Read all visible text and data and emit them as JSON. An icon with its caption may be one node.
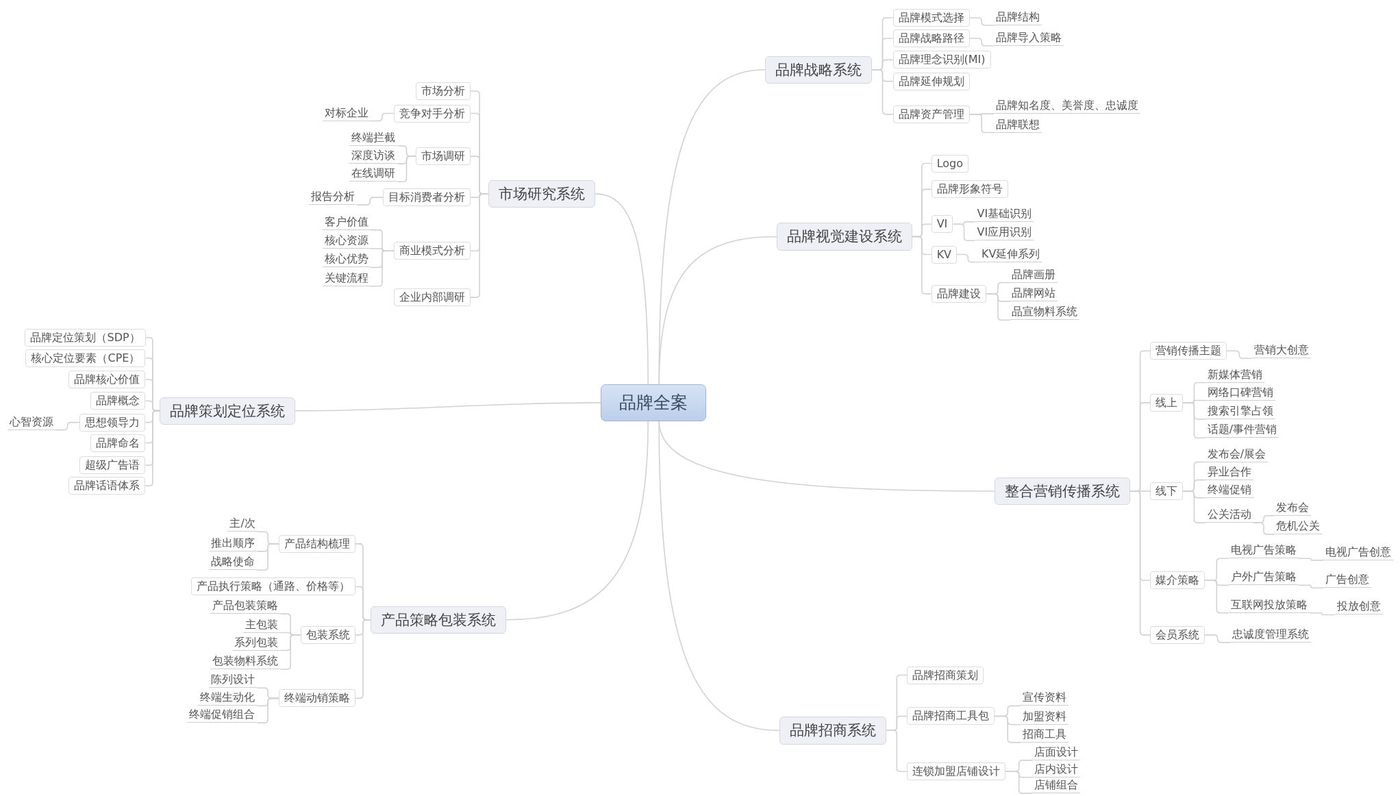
{
  "diagram": {
    "nodes": [
      {
        "text": [
          "品牌全案"
        ]
      },
      {
        "text": [
          "市场研究系统"
        ]
      },
      {
        "text": [
          "市场分析"
        ]
      },
      {
        "text": [
          "竞争对手分析"
        ]
      },
      {
        "text": [
          "对标企业"
        ]
      },
      {
        "text": [
          "市场调研"
        ]
      },
      {
        "text": [
          "终端拦截"
        ]
      },
      {
        "text": [
          "深度访谈"
        ]
      },
      {
        "text": [
          "在线调研"
        ]
      },
      {
        "text": [
          "目标消费者分析"
        ]
      },
      {
        "text": [
          "报告分析"
        ]
      },
      {
        "text": [
          "商业模式分析"
        ]
      },
      {
        "text": [
          "客户价值"
        ]
      },
      {
        "text": [
          "核心资源"
        ]
      },
      {
        "text": [
          "核心优势"
        ]
      },
      {
        "text": [
          "关键流程"
        ]
      },
      {
        "text": [
          "企业内部调研"
        ]
      },
      {
        "text": [
          "品牌策划定位系统"
        ]
      },
      {
        "text": [
          "品牌定位策划（SDP）"
        ]
      },
      {
        "text": [
          "核心定位要素（CPE）"
        ]
      },
      {
        "text": [
          "品牌核心价值"
        ]
      },
      {
        "text": [
          "品牌概念"
        ]
      },
      {
        "text": [
          "思想领导力"
        ]
      },
      {
        "text": [
          "心智资源"
        ]
      },
      {
        "text": [
          "品牌命名"
        ]
      },
      {
        "text": [
          "超级广告语"
        ]
      },
      {
        "text": [
          "品牌话语体系"
        ]
      },
      {
        "text": [
          "产品策略包装系统"
        ]
      },
      {
        "text": [
          "产品结构梳理"
        ]
      },
      {
        "text": [
          "主/次"
        ]
      },
      {
        "text": [
          "推出顺序"
        ]
      },
      {
        "text": [
          "战略使命"
        ]
      },
      {
        "text": [
          "产品执行策略（通路、价格等）"
        ]
      },
      {
        "text": [
          "包装系统"
        ]
      },
      {
        "text": [
          "产品包装策略"
        ]
      },
      {
        "text": [
          "主包装"
        ]
      },
      {
        "text": [
          "系列包装"
        ]
      },
      {
        "text": [
          "包装物料系统"
        ]
      },
      {
        "text": [
          "终端动销策略"
        ]
      },
      {
        "text": [
          "陈列设计"
        ]
      },
      {
        "text": [
          "终端生动化"
        ]
      },
      {
        "text": [
          "终端促销组合"
        ]
      },
      {
        "text": [
          "品牌战略系统"
        ]
      },
      {
        "text": [
          "品牌模式选择"
        ]
      },
      {
        "text": [
          "品牌结构"
        ]
      },
      {
        "text": [
          "品牌战略路径"
        ]
      },
      {
        "text": [
          "品牌导入策略"
        ]
      },
      {
        "text": [
          "品牌理念识别(MI)"
        ]
      },
      {
        "text": [
          "品牌延伸规划"
        ]
      },
      {
        "text": [
          "品牌资产管理"
        ]
      },
      {
        "text": [
          "品牌知名度、美誉度、忠诚度"
        ]
      },
      {
        "text": [
          "品牌联想"
        ]
      },
      {
        "text": [
          "品牌视觉建设系统"
        ]
      },
      {
        "text": [
          "Logo"
        ]
      },
      {
        "text": [
          "品牌形象符号"
        ]
      },
      {
        "text": [
          "VI"
        ]
      },
      {
        "text": [
          "VI基础识别"
        ]
      },
      {
        "text": [
          "VI应用识别"
        ]
      },
      {
        "text": [
          "KV"
        ]
      },
      {
        "text": [
          "KV延伸系列"
        ]
      },
      {
        "text": [
          "品牌建设"
        ]
      },
      {
        "text": [
          "品牌画册"
        ]
      },
      {
        "text": [
          "品牌网站"
        ]
      },
      {
        "text": [
          "品宣物料系统"
        ]
      },
      {
        "text": [
          "整合营销传播系统"
        ]
      },
      {
        "text": [
          "营销传播主题"
        ]
      },
      {
        "text": [
          "营销大创意"
        ]
      },
      {
        "text": [
          "线上"
        ]
      },
      {
        "text": [
          "新媒体营销"
        ]
      },
      {
        "text": [
          "网络口碑营销"
        ]
      },
      {
        "text": [
          "搜索引擎占领"
        ]
      },
      {
        "text": [
          "话题/事件营销"
        ]
      },
      {
        "text": [
          "线下"
        ]
      },
      {
        "text": [
          "发布会/展会"
        ]
      },
      {
        "text": [
          "异业合作"
        ]
      },
      {
        "text": [
          "终端促销"
        ]
      },
      {
        "text": [
          "公关活动"
        ]
      },
      {
        "text": [
          "发布会"
        ]
      },
      {
        "text": [
          "危机公关"
        ]
      },
      {
        "text": [
          "媒介策略"
        ]
      },
      {
        "text": [
          "电视广告策略"
        ]
      },
      {
        "text": [
          "电视广告创意"
        ]
      },
      {
        "text": [
          "户外广告策略"
        ]
      },
      {
        "text": [
          "广告创意"
        ]
      },
      {
        "text": [
          "互联网投放策略"
        ]
      },
      {
        "text": [
          "投放创意"
        ]
      },
      {
        "text": [
          "会员系统"
        ]
      },
      {
        "text": [
          "忠诚度管理系统"
        ]
      },
      {
        "text": [
          "品牌招商系统"
        ]
      },
      {
        "text": [
          "品牌招商策划"
        ]
      },
      {
        "text": [
          "品牌招商工具包"
        ]
      },
      {
        "text": [
          "宣传资料"
        ]
      },
      {
        "text": [
          "加盟资料"
        ]
      },
      {
        "text": [
          "招商工具"
        ]
      },
      {
        "text": [
          "连锁加盟店铺设计"
        ]
      },
      {
        "text": [
          "店面设计"
        ]
      },
      {
        "text": [
          "店内设计"
        ]
      },
      {
        "text": [
          "店铺组合"
        ]
      }
    ],
    "edges": [
      {
        "from": 0,
        "to": 1,
        "arrow": "none"
      },
      {
        "from": 1,
        "to": 2,
        "arrow": "none"
      },
      {
        "from": 1,
        "to": 3,
        "arrow": "none"
      },
      {
        "from": 3,
        "to": 4,
        "arrow": "none"
      },
      {
        "from": 1,
        "to": 5,
        "arrow": "none"
      },
      {
        "from": 5,
        "to": 6,
        "arrow": "none"
      },
      {
        "from": 5,
        "to": 7,
        "arrow": "none"
      },
      {
        "from": 5,
        "to": 8,
        "arrow": "none"
      },
      {
        "from": 1,
        "to": 9,
        "arrow": "none"
      },
      {
        "from": 9,
        "to": 10,
        "arrow": "none"
      },
      {
        "from": 1,
        "to": 11,
        "arrow": "none"
      },
      {
        "from": 11,
        "to": 12,
        "arrow": "none"
      },
      {
        "from": 11,
        "to": 13,
        "arrow": "none"
      },
      {
        "from": 11,
        "to": 14,
        "arrow": "none"
      },
      {
        "from": 11,
        "to": 15,
        "arrow": "none"
      },
      {
        "from": 1,
        "to": 16,
        "arrow": "none"
      },
      {
        "from": 0,
        "to": 17,
        "arrow": "none"
      },
      {
        "from": 17,
        "to": 18,
        "arrow": "none"
      },
      {
        "from": 17,
        "to": 19,
        "arrow": "none"
      },
      {
        "from": 17,
        "to": 20,
        "arrow": "none"
      },
      {
        "from": 17,
        "to": 21,
        "arrow": "none"
      },
      {
        "from": 17,
        "to": 22,
        "arrow": "none"
      },
      {
        "from": 22,
        "to": 23,
        "arrow": "none"
      },
      {
        "from": 17,
        "to": 24,
        "arrow": "none"
      },
      {
        "from": 17,
        "to": 25,
        "arrow": "none"
      },
      {
        "from": 17,
        "to": 26,
        "arrow": "none"
      },
      {
        "from": 0,
        "to": 27,
        "arrow": "none"
      },
      {
        "from": 27,
        "to": 28,
        "arrow": "none"
      },
      {
        "from": 28,
        "to": 29,
        "arrow": "none"
      },
      {
        "from": 28,
        "to": 30,
        "arrow": "none"
      },
      {
        "from": 28,
        "to": 31,
        "arrow": "none"
      },
      {
        "from": 27,
        "to": 32,
        "arrow": "none"
      },
      {
        "from": 27,
        "to": 33,
        "arrow": "none"
      },
      {
        "from": 33,
        "to": 34,
        "arrow": "none"
      },
      {
        "from": 33,
        "to": 35,
        "arrow": "none"
      },
      {
        "from": 33,
        "to": 36,
        "arrow": "none"
      },
      {
        "from": 33,
        "to": 37,
        "arrow": "none"
      },
      {
        "from": 27,
        "to": 38,
        "arrow": "none"
      },
      {
        "from": 38,
        "to": 39,
        "arrow": "none"
      },
      {
        "from": 38,
        "to": 40,
        "arrow": "none"
      },
      {
        "from": 38,
        "to": 41,
        "arrow": "none"
      },
      {
        "from": 0,
        "to": 42,
        "arrow": "none"
      },
      {
        "from": 42,
        "to": 43,
        "arrow": "none"
      },
      {
        "from": 43,
        "to": 44,
        "arrow": "none"
      },
      {
        "from": 42,
        "to": 45,
        "arrow": "none"
      },
      {
        "from": 45,
        "to": 46,
        "arrow": "none"
      },
      {
        "from": 42,
        "to": 47,
        "arrow": "none"
      },
      {
        "from": 42,
        "to": 48,
        "arrow": "none"
      },
      {
        "from": 42,
        "to": 49,
        "arrow": "none"
      },
      {
        "from": 49,
        "to": 50,
        "arrow": "none"
      },
      {
        "from": 49,
        "to": 51,
        "arrow": "none"
      },
      {
        "from": 0,
        "to": 52,
        "arrow": "none"
      },
      {
        "from": 52,
        "to": 53,
        "arrow": "none"
      },
      {
        "from": 52,
        "to": 54,
        "arrow": "none"
      },
      {
        "from": 52,
        "to": 55,
        "arrow": "none"
      },
      {
        "from": 55,
        "to": 56,
        "arrow": "none"
      },
      {
        "from": 55,
        "to": 57,
        "arrow": "none"
      },
      {
        "from": 52,
        "to": 58,
        "arrow": "none"
      },
      {
        "from": 58,
        "to": 59,
        "arrow": "none"
      },
      {
        "from": 52,
        "to": 60,
        "arrow": "none"
      },
      {
        "from": 60,
        "to": 61,
        "arrow": "none"
      },
      {
        "from": 60,
        "to": 62,
        "arrow": "none"
      },
      {
        "from": 60,
        "to": 63,
        "arrow": "none"
      },
      {
        "from": 0,
        "to": 64,
        "arrow": "none"
      },
      {
        "from": 64,
        "to": 65,
        "arrow": "none"
      },
      {
        "from": 65,
        "to": 66,
        "arrow": "none"
      },
      {
        "from": 64,
        "to": 67,
        "arrow": "none"
      },
      {
        "from": 67,
        "to": 68,
        "arrow": "none"
      },
      {
        "from": 67,
        "to": 69,
        "arrow": "none"
      },
      {
        "from": 67,
        "to": 70,
        "arrow": "none"
      },
      {
        "from": 67,
        "to": 71,
        "arrow": "none"
      },
      {
        "from": 64,
        "to": 72,
        "arrow": "none"
      },
      {
        "from": 72,
        "to": 73,
        "arrow": "none"
      },
      {
        "from": 72,
        "to": 74,
        "arrow": "none"
      },
      {
        "from": 72,
        "to": 75,
        "arrow": "none"
      },
      {
        "from": 72,
        "to": 76,
        "arrow": "none"
      },
      {
        "from": 76,
        "to": 77,
        "arrow": "none"
      },
      {
        "from": 76,
        "to": 78,
        "arrow": "none"
      },
      {
        "from": 64,
        "to": 79,
        "arrow": "none"
      },
      {
        "from": 79,
        "to": 80,
        "arrow": "none"
      },
      {
        "from": 80,
        "to": 81,
        "arrow": "none"
      },
      {
        "from": 79,
        "to": 82,
        "arrow": "none"
      },
      {
        "from": 82,
        "to": 83,
        "arrow": "none"
      },
      {
        "from": 79,
        "to": 84,
        "arrow": "none"
      },
      {
        "from": 84,
        "to": 85,
        "arrow": "none"
      },
      {
        "from": 64,
        "to": 86,
        "arrow": "none"
      },
      {
        "from": 86,
        "to": 87,
        "arrow": "none"
      },
      {
        "from": 0,
        "to": 88,
        "arrow": "none"
      },
      {
        "from": 88,
        "to": 89,
        "arrow": "none"
      },
      {
        "from": 88,
        "to": 90,
        "arrow": "none"
      },
      {
        "from": 90,
        "to": 91,
        "arrow": "none"
      },
      {
        "from": 90,
        "to": 92,
        "arrow": "none"
      },
      {
        "from": 90,
        "to": 93,
        "arrow": "none"
      },
      {
        "from": 88,
        "to": 94,
        "arrow": "none"
      },
      {
        "from": 94,
        "to": 95,
        "arrow": "none"
      },
      {
        "from": 94,
        "to": 96,
        "arrow": "none"
      },
      {
        "from": 94,
        "to": 97,
        "arrow": "none"
      }
    ]
  }
}
